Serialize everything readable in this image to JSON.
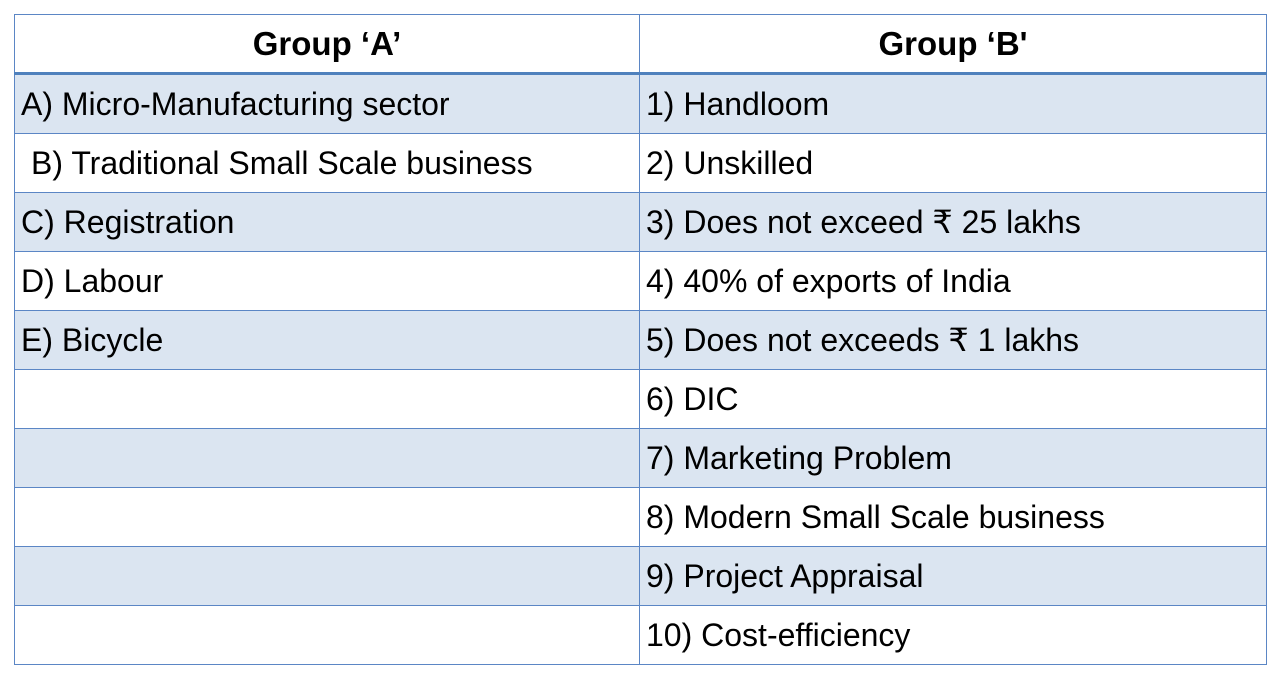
{
  "table": {
    "headers": [
      "Group ‘A’",
      "Group ‘B'"
    ],
    "rows": [
      {
        "a": "A)  Micro-Manufacturing sector",
        "b": "1) Handloom"
      },
      {
        "a": "B) Traditional Small Scale business",
        "b": "2) Unskilled"
      },
      {
        "a": "C) Registration",
        "b": "3) Does not exceed ₹ 25 lakhs"
      },
      {
        "a": "D) Labour",
        "b": "4) 40% of exports of India"
      },
      {
        "a": "E) Bicycle",
        "b": "5) Does not exceeds ₹ 1 lakhs"
      },
      {
        "a": "",
        "b": "6) DIC"
      },
      {
        "a": "",
        "b": "7) Marketing Problem"
      },
      {
        "a": "",
        "b": "8) Modern Small Scale business"
      },
      {
        "a": "",
        "b": "9) Project Appraisal"
      },
      {
        "a": "",
        "b": "10) Cost-efficiency"
      }
    ]
  },
  "colors": {
    "border": "#5b86c5",
    "header_rule": "#4f81bd",
    "band": "#dbe5f1",
    "text": "#000000"
  }
}
